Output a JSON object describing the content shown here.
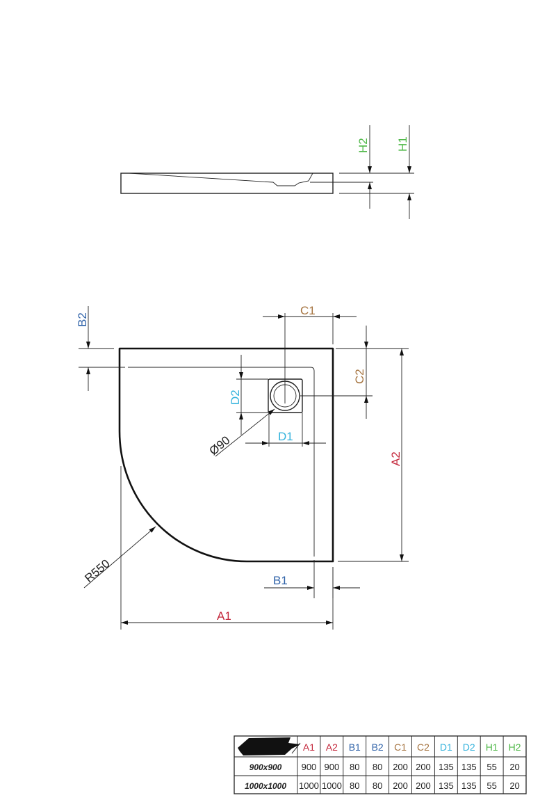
{
  "colors": {
    "A": "#c4283c",
    "B": "#2f62a8",
    "C": "#a5733f",
    "D": "#33b2dc",
    "H": "#4fb848"
  },
  "labels": {
    "A1": "A1",
    "A2": "A2",
    "B1": "B1",
    "B2": "B2",
    "C1": "C1",
    "C2": "C2",
    "D1": "D1",
    "D2": "D2",
    "H1": "H1",
    "H2": "H2",
    "diameter": "Ø90",
    "radius": "R550"
  },
  "table": {
    "headers": [
      "A1",
      "A2",
      "B1",
      "B2",
      "C1",
      "C2",
      "D1",
      "D2",
      "H1",
      "H2"
    ],
    "rows": [
      {
        "size": "900x900",
        "values": [
          "900",
          "900",
          "80",
          "80",
          "200",
          "200",
          "135",
          "135",
          "55",
          "20"
        ]
      },
      {
        "size": "1000x1000",
        "values": [
          "1000",
          "1000",
          "80",
          "80",
          "200",
          "200",
          "135",
          "135",
          "55",
          "20"
        ]
      }
    ]
  }
}
